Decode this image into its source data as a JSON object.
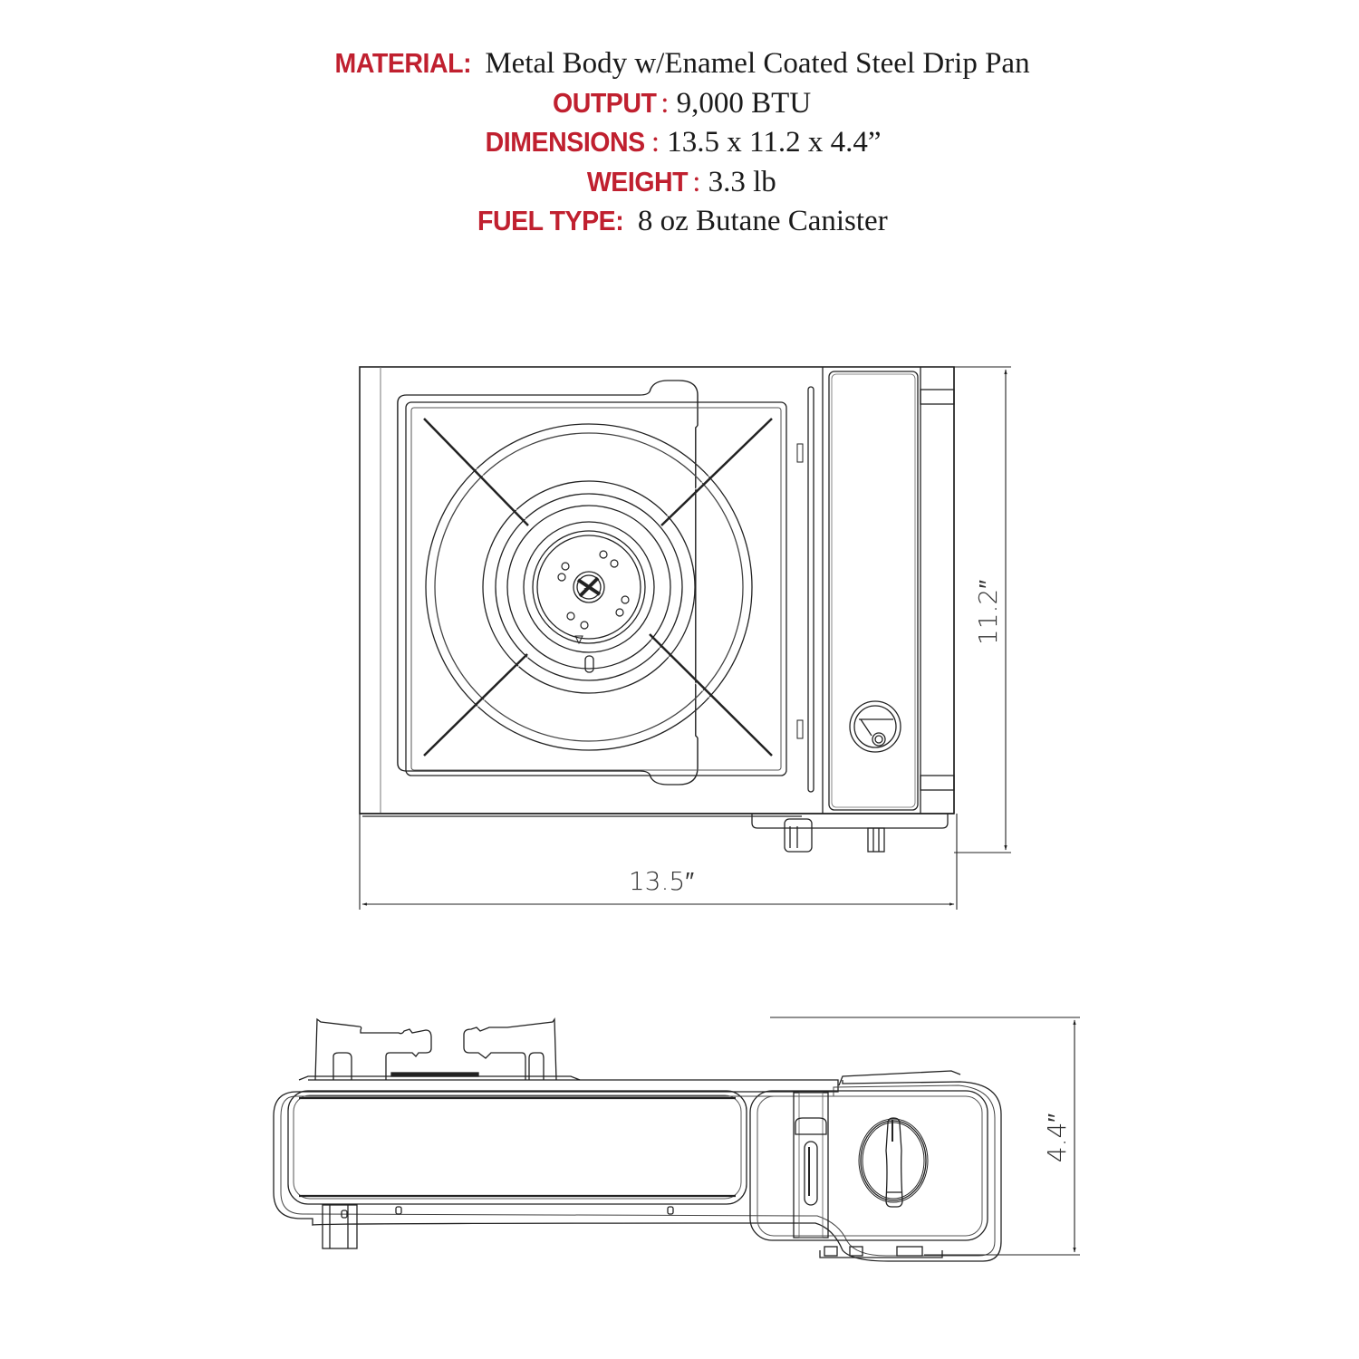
{
  "accent_color": "#c0202f",
  "specs": [
    {
      "label": "MATERIAL:",
      "value": " Metal Body w/Enamel Coated Steel Drip Pan"
    },
    {
      "label": "OUTPUT",
      "sep": ":",
      "value": " 9,000 BTU"
    },
    {
      "label": "DIMENSIONS",
      "sep": ":",
      "value": " 13.5 x 11.2 x 4.4”"
    },
    {
      "label": "WEIGHT",
      "sep": ":",
      "value": " 3.3 lb"
    },
    {
      "label": "FUEL TYPE:",
      "value": " 8 oz Butane Canister"
    }
  ],
  "top_view": {
    "width_label": "13.5″",
    "depth_label": "11.2″"
  },
  "side_view": {
    "height_label": "4.4″"
  }
}
